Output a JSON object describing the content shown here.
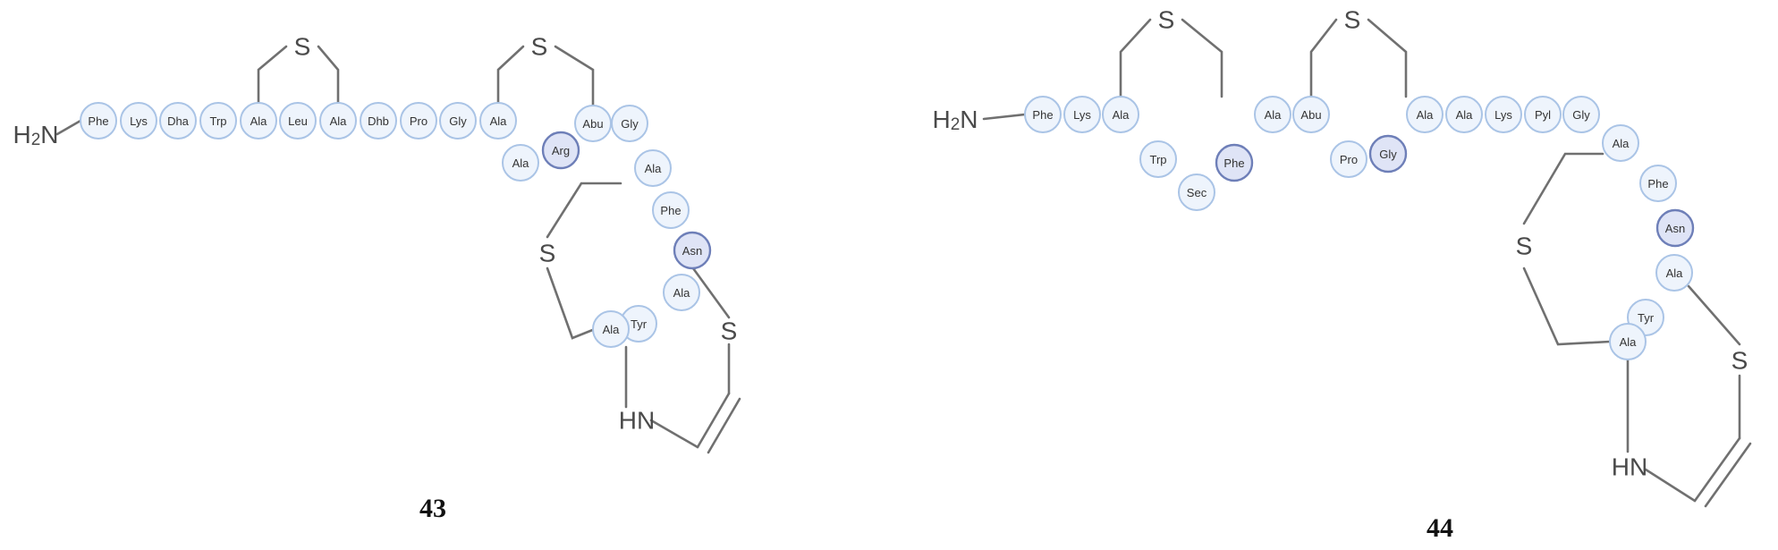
{
  "figure": {
    "compounds": [
      {
        "id": "43",
        "label": "43",
        "n_terminus": "H2N",
        "sulfur_label": "S",
        "amine_label": "HN",
        "residues": [
          "Phe",
          "Lys",
          "Dha",
          "Trp",
          "Ala",
          "Leu",
          "Ala",
          "Dhb",
          "Pro",
          "Gly",
          "Ala",
          "Ala",
          "Arg",
          "Abu",
          "Gly",
          "Ala",
          "Phe",
          "Asn",
          "Ala",
          "Tyr",
          "Ala"
        ],
        "highlighted": [
          "Arg",
          "Asn"
        ]
      },
      {
        "id": "44",
        "label": "44",
        "n_terminus": "H2N",
        "sulfur_label": "S",
        "amine_label": "HN",
        "residues": [
          "Phe",
          "Lys",
          "Ala",
          "Trp",
          "Sec",
          "Phe",
          "Ala",
          "Abu",
          "Pro",
          "Gly",
          "Ala",
          "Ala",
          "Lys",
          "Pyl",
          "Gly",
          "Ala",
          "Phe",
          "Asn",
          "Ala",
          "Tyr",
          "Ala"
        ],
        "highlighted": [
          "Phe",
          "Gly",
          "Asn"
        ]
      }
    ],
    "colors": {
      "residue_fill": "#eef4fc",
      "residue_stroke": "#aac4e6",
      "highlight_fill": "#dfe4f6",
      "highlight_stroke": "#6e7fb8",
      "bond": "#707070"
    }
  }
}
